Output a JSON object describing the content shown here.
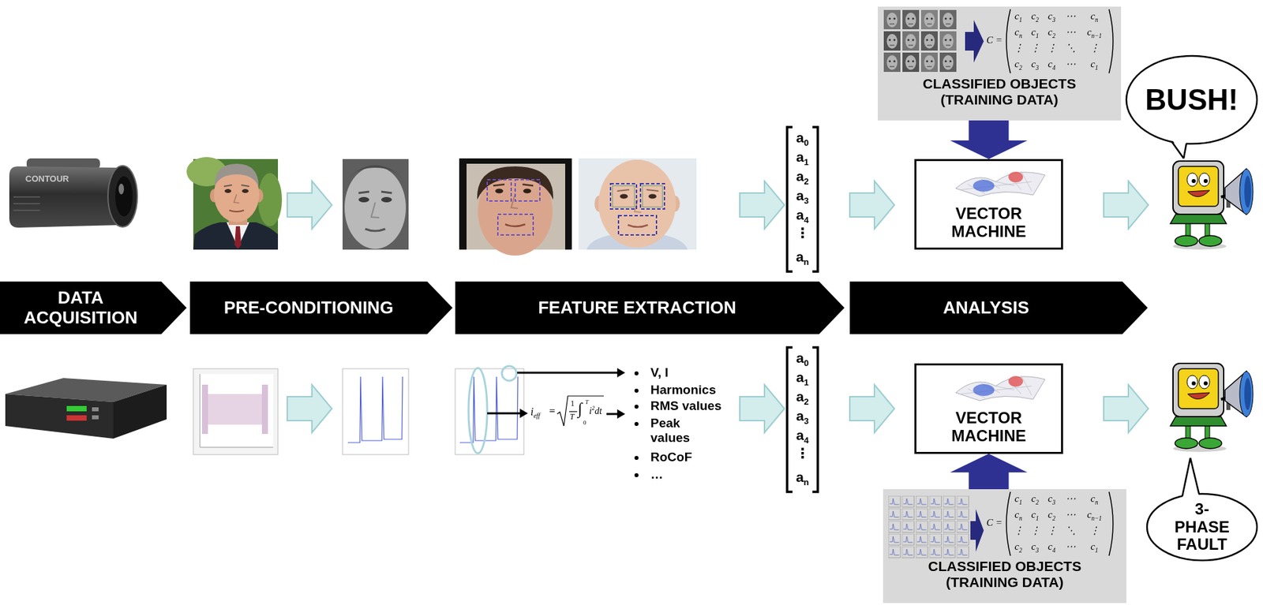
{
  "diagram": {
    "nodes": [
      {
        "text": [
          "CLASSIFIED OBJECTS (TRAINING DATA)"
        ]
      },
      {
        "text": [
          "BUSH!"
        ]
      },
      {
        "text": [
          "VECTOR MACHINE"
        ]
      },
      {
        "text": [
          "DATA ACQUISITION"
        ]
      },
      {
        "text": [
          "PRE-CONDITIONING"
        ]
      },
      {
        "text": [
          "FEATURE EXTRACTION"
        ]
      },
      {
        "text": [
          "ANALYSIS"
        ]
      },
      {
        "text": [
          "VECTOR MACHINE"
        ]
      },
      {
        "text": [
          "3- PHASE FAULT"
        ]
      },
      {
        "text": [
          "CLASSIFIED OBJECTS (TRAINING DATA)"
        ]
      }
    ],
    "edges": [
      {
        "from": 0,
        "to": 2,
        "arrow": "to"
      },
      {
        "from": 9,
        "to": 7,
        "arrow": "to"
      }
    ],
    "labels": [
      "CONTOUR",
      "C =",
      "c1",
      "c2",
      "c3",
      "⋯",
      "cn",
      "cn",
      "c1",
      "c2",
      "⋯",
      "cn−1",
      "⋮",
      "⋮",
      "⋮",
      "⋱",
      "⋮",
      "c2",
      "c3",
      "c4",
      "⋯",
      "c1",
      "a0",
      "a1",
      "a2",
      "a3",
      "a4",
      "⋮",
      "an",
      "ieff",
      "=",
      "1",
      "T",
      "∫",
      "T",
      "0",
      "i2dt",
      "V, I",
      "Harmonics",
      "RMS values",
      "Peak values",
      "RoCoF",
      "…",
      "a0",
      "a1",
      "a2",
      "a3",
      "a4",
      "⋮",
      "an",
      "C =",
      "c1",
      "c2",
      "c3",
      "⋯",
      "cn",
      "cn",
      "c1",
      "c2",
      "⋯",
      "cn−1",
      "⋮",
      "⋮",
      "⋮",
      "⋱",
      "⋮",
      "c2",
      "c3",
      "c4",
      "⋯",
      "c1"
    ]
  }
}
